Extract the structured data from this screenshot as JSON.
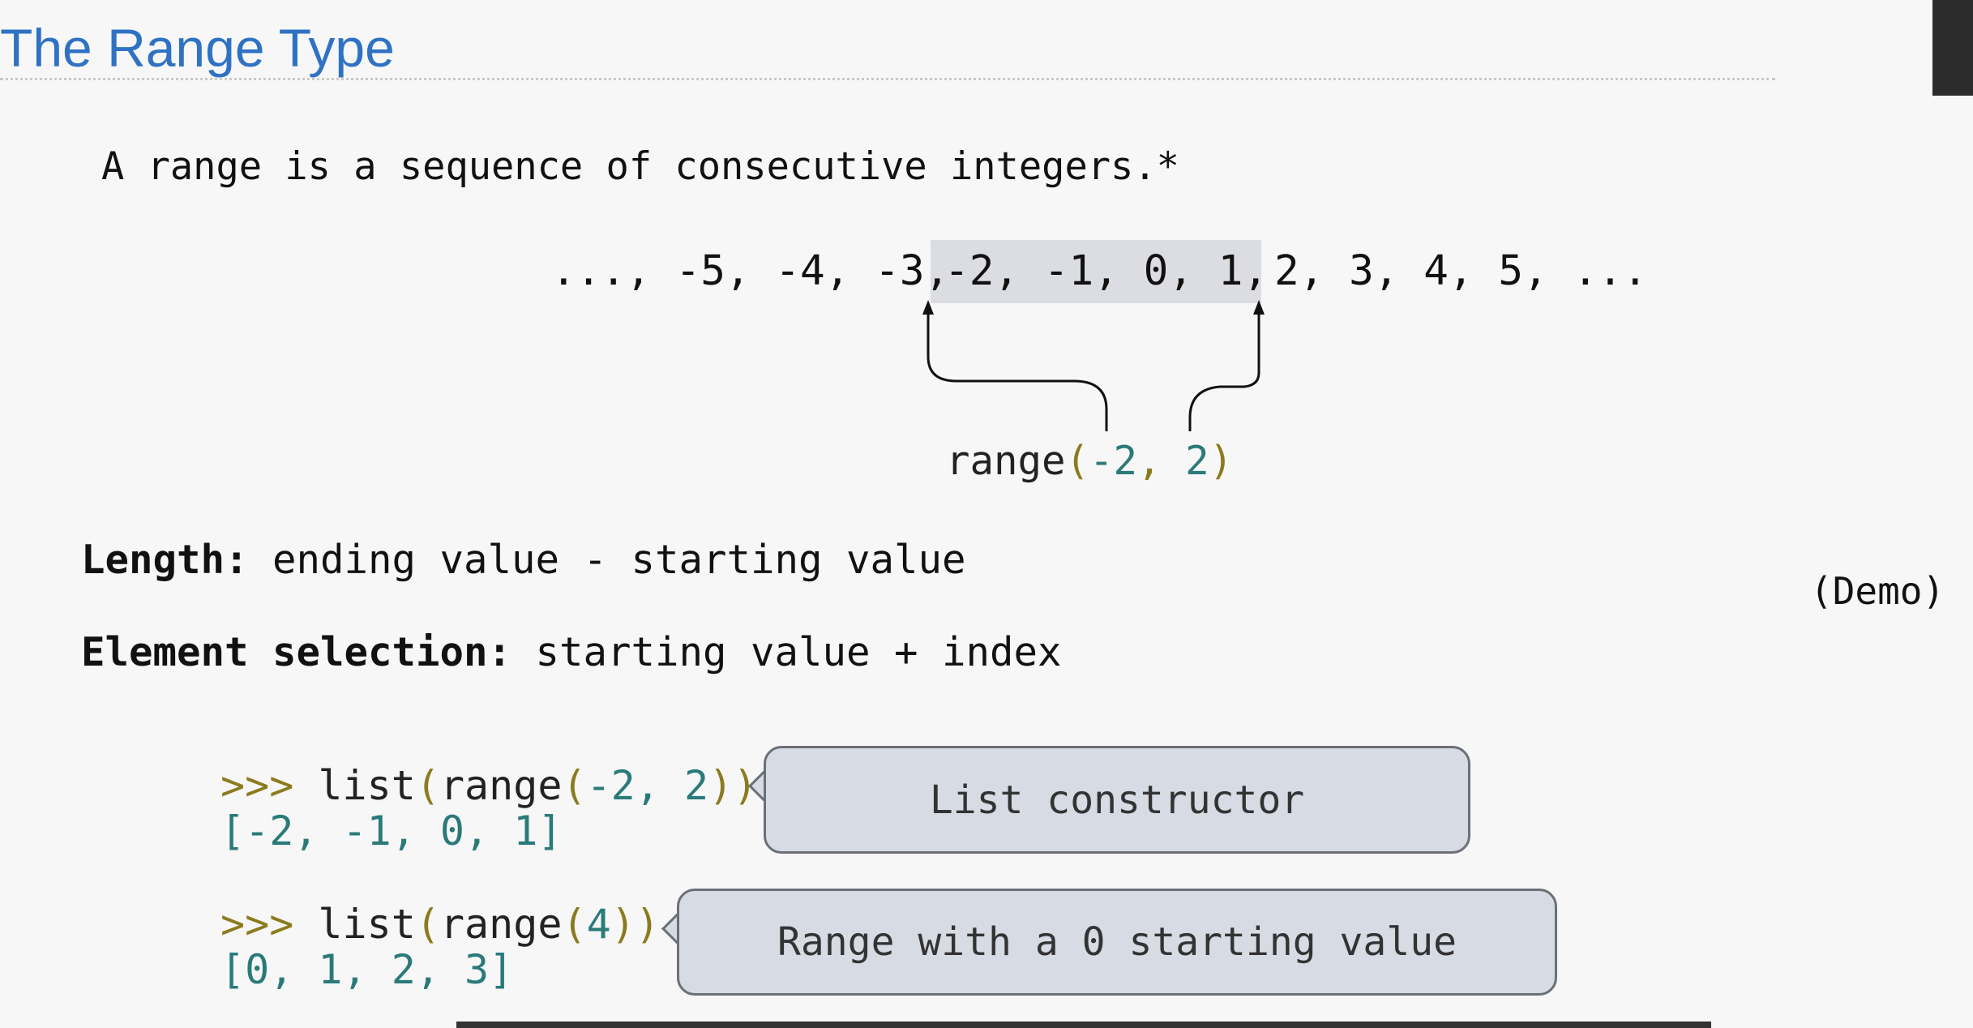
{
  "slide": {
    "title": "The Range Type",
    "intro": "A range is a sequence of consecutive integers.*",
    "sequence": {
      "left": "..., -5, -4, -3,",
      "highlighted": "-2, -1, 0, 1,",
      "right": "2, 3, 4, 5, ..."
    },
    "range_call": {
      "name": "range",
      "open": "(",
      "start": "-2",
      "comma": ",",
      "stop": "2",
      "close": ")"
    },
    "length_def": {
      "term": "Length:",
      "text": "ending value - starting value"
    },
    "element_def": {
      "term": "Element selection:",
      "text": "starting value + index"
    },
    "demo_label": "(Demo)",
    "examples": [
      {
        "prompt": ">>>",
        "call_func": "list",
        "call_range": "range",
        "args": "-2, 2",
        "output": "[-2, -1, 0, 1]",
        "callout": "List constructor"
      },
      {
        "prompt": ">>>",
        "call_func": "list",
        "call_range": "range",
        "args": "4",
        "output": "[0, 1, 2, 3]",
        "callout": "Range with a 0 starting value"
      }
    ]
  },
  "colors": {
    "title": "#2f72c4",
    "highlight": "#dcdde3",
    "callout_fill": "#d6dbe4",
    "syntax_punct": "#8c7a1e",
    "syntax_number": "#2b7a7a"
  }
}
